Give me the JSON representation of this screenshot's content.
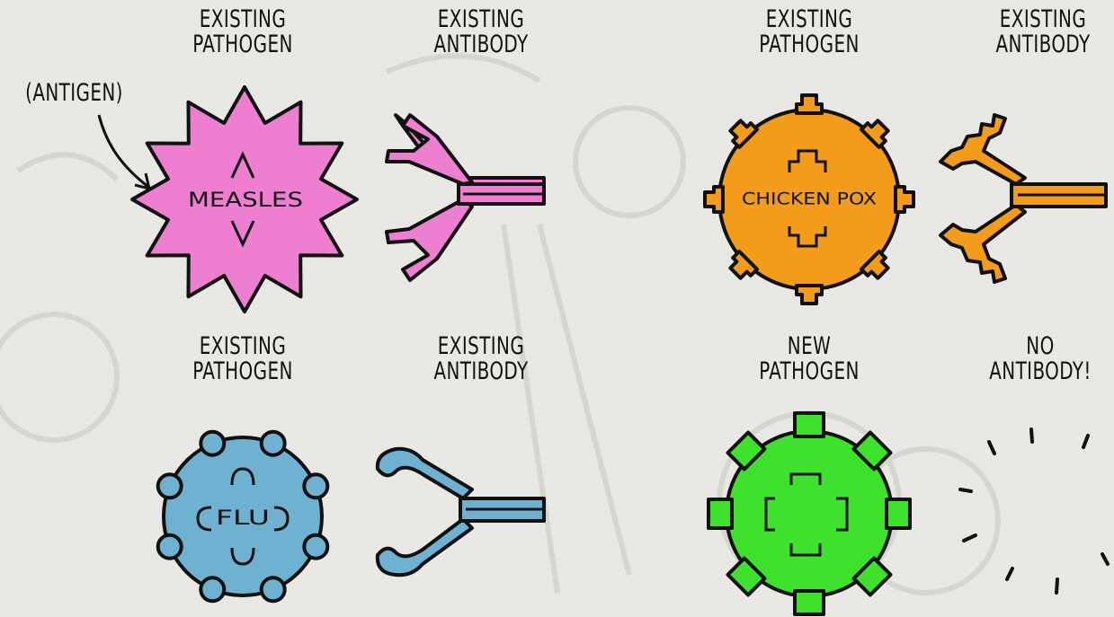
{
  "panels": [
    {
      "pathogen_label": [
        "EXISTING",
        "PATHOGEN"
      ],
      "antibody_label": [
        "EXISTING",
        "ANTIBODY"
      ],
      "pathogen_name": "MEASLES",
      "color": "#ee7fd0"
    },
    {
      "pathogen_label": [
        "EXISTING",
        "PATHOGEN"
      ],
      "antibody_label": [
        "EXISTING",
        "ANTIBODY"
      ],
      "pathogen_name": "CHICKEN POX",
      "color": "#f39c1b"
    },
    {
      "pathogen_label": [
        "EXISTING",
        "PATHOGEN"
      ],
      "antibody_label": [
        "EXISTING",
        "ANTIBODY"
      ],
      "pathogen_name": "FLU",
      "color": "#6fb1d1"
    },
    {
      "pathogen_label": [
        "NEW",
        "PATHOGEN"
      ],
      "antibody_label": [
        "NO",
        "ANTIBODY!"
      ],
      "pathogen_name": "",
      "color": "#3ee12c"
    }
  ],
  "annotation": "(ANTIGEN)"
}
